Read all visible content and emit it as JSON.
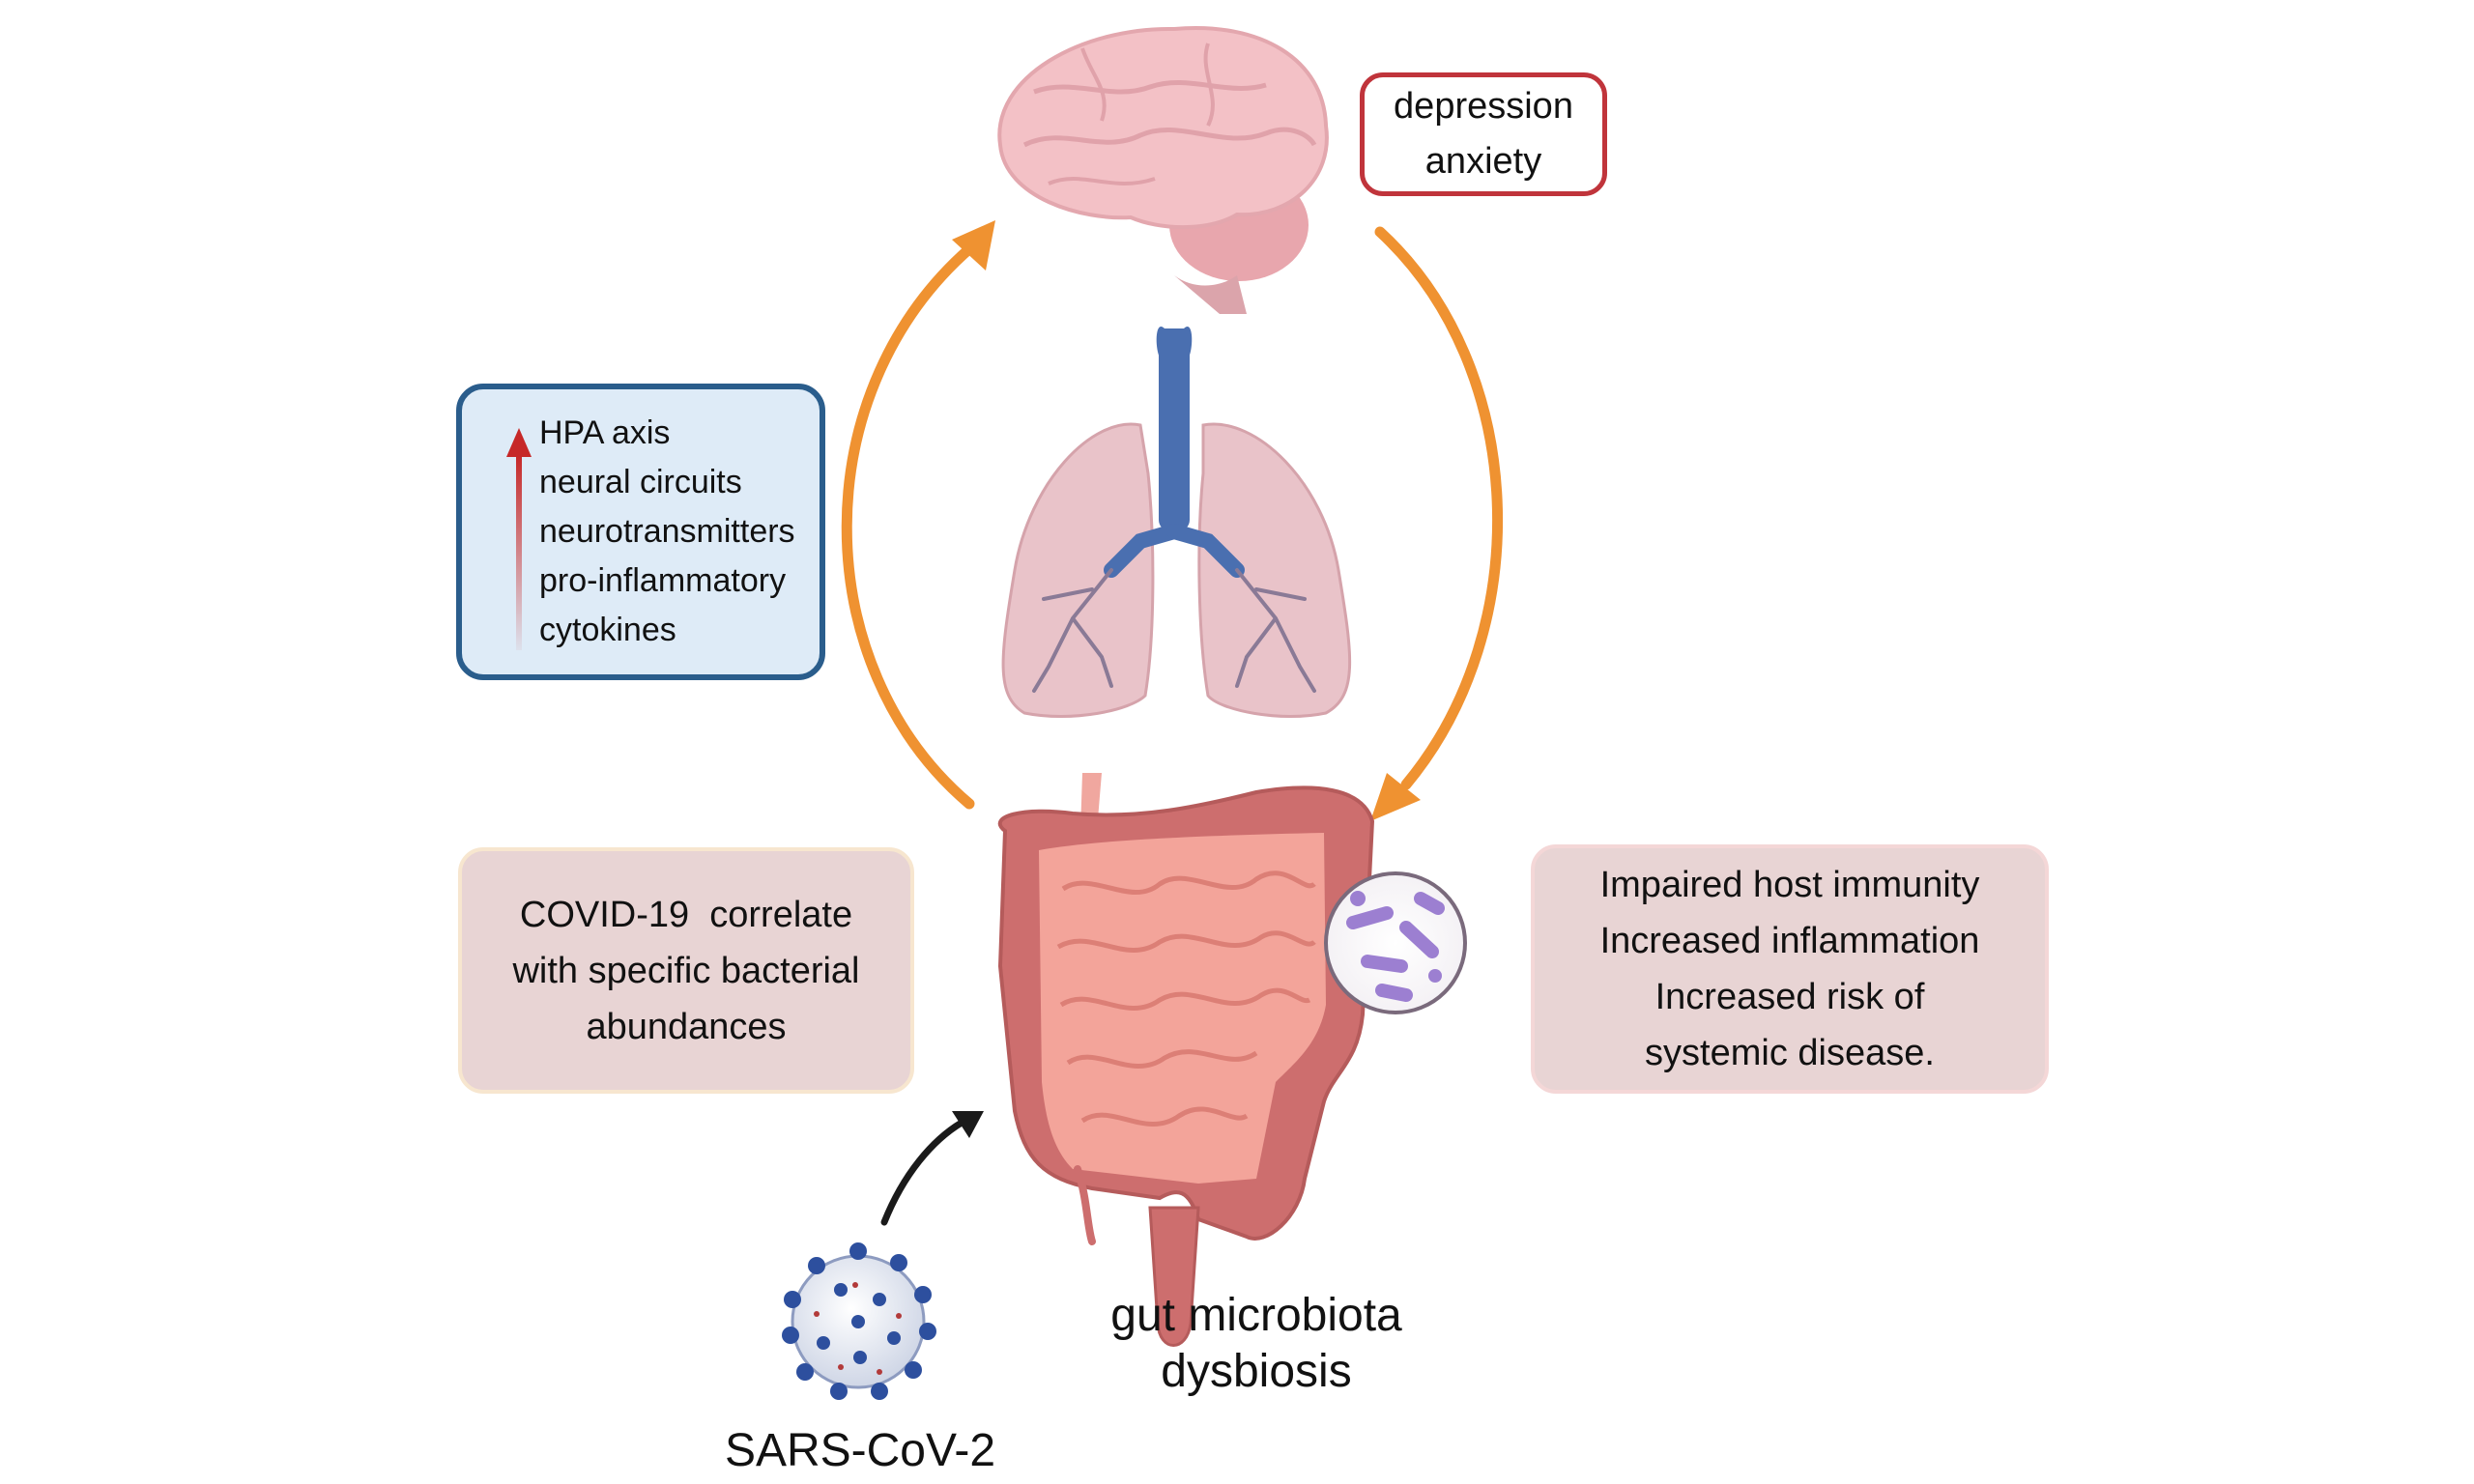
{
  "boxes": {
    "symptoms": {
      "lines": [
        "depression",
        "anxiety"
      ],
      "border_color": "#c0343b"
    },
    "mechanisms": {
      "lines": [
        "HPA axis",
        "neural circuits",
        "neurotransmitters",
        "pro-inflammatory",
        "cytokines"
      ],
      "fill_color": "#deebf7",
      "border_color": "#2a5d8c",
      "arrow_color": "#c62828"
    },
    "covid": {
      "lines": [
        "COVID-19  correlate",
        "with specific bacterial",
        "abundances"
      ],
      "fill_color": "#e8d4d4"
    },
    "effects": {
      "lines": [
        "Impaired host immunity",
        "Increased inflammation",
        "Increased risk of",
        "systemic disease."
      ],
      "fill_color": "#e8d4d4"
    }
  },
  "labels": {
    "gut": [
      "gut microbiota",
      "dysbiosis"
    ],
    "virus": "SARS-CoV-2"
  },
  "icons": [
    "brain-icon",
    "lungs-icon",
    "intestine-icon",
    "bacteria-magnifier-icon",
    "virus-icon"
  ],
  "colors": {
    "cycle_arrow": "#ef9231",
    "virus_arrow": "#1a1a1a",
    "virus_blue": "#2d4f9e"
  }
}
